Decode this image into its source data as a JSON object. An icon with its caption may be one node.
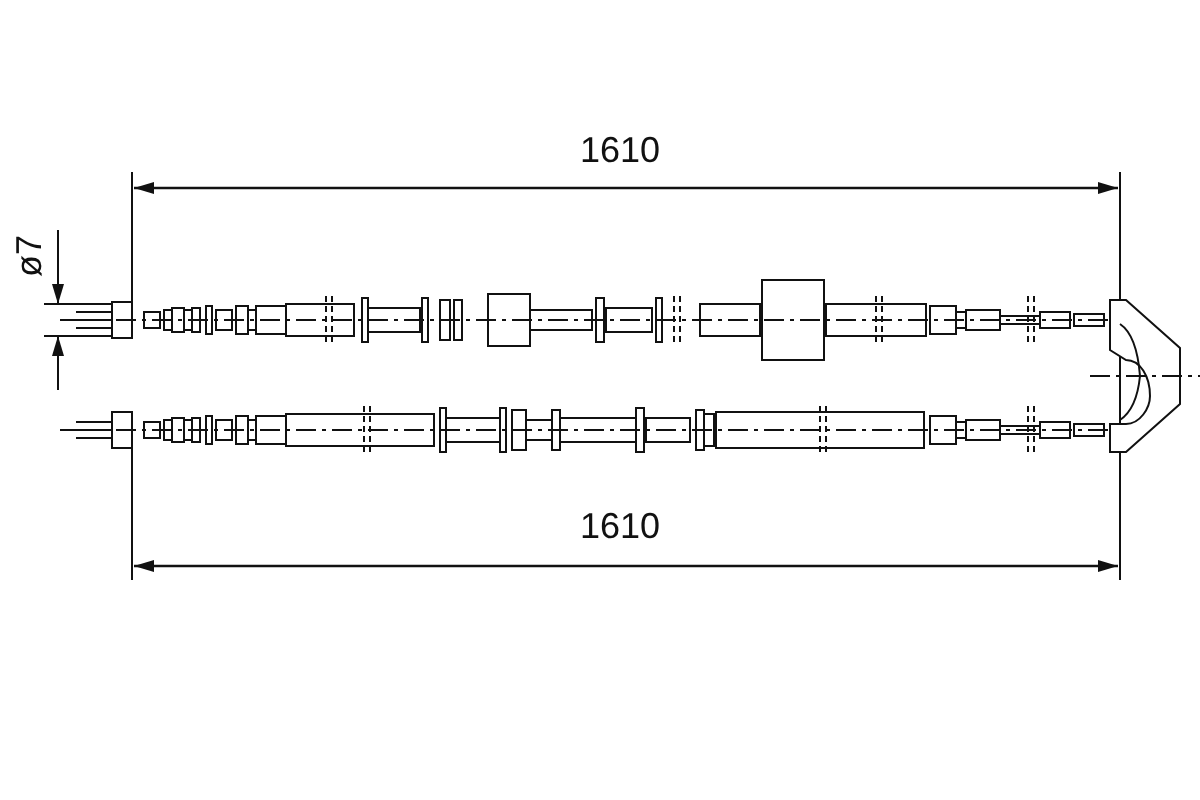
{
  "diagram": {
    "labels": [
      "1610",
      "ø7",
      "1610"
    ]
  }
}
